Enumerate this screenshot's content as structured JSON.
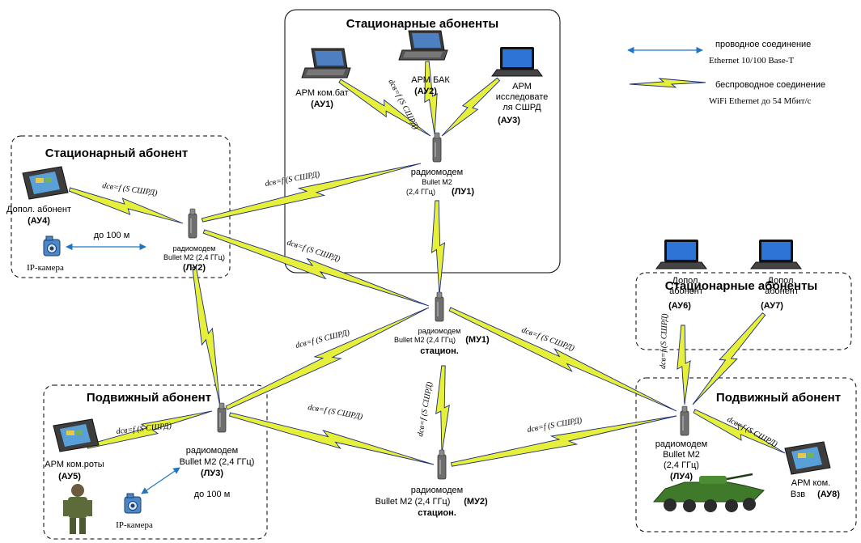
{
  "legend": {
    "wired_label": "проводное соединение",
    "wired_sub": "Ethernet  10/100 Base-T",
    "wireless_label": "беспроводное соединение",
    "wireless_sub": "WiFi  Ethernet  до 54 Мбит/с"
  },
  "groups": {
    "top": "Стационарные абоненты",
    "left": "Стационарный абонент",
    "right": "Стационарные абоненты",
    "mobile_left": "Подвижный абонент",
    "mobile_right": "Подвижный абонент"
  },
  "nodes": {
    "au1": {
      "name": "АРМ ком.бат",
      "id": "(АУ1)"
    },
    "au2": {
      "name": "АРМ БАК",
      "id": "(АУ2)"
    },
    "au3": {
      "name1": "АРМ",
      "name2": "исследовате",
      "name3": "ля СШРД",
      "id": "(АУ3)"
    },
    "au4": {
      "name": "Допол. абонент",
      "id": "(АУ4)"
    },
    "au5": {
      "name": "АРМ ком.роты",
      "id": "(АУ5)"
    },
    "au6": {
      "name1": "Допол.",
      "name2": "абонент",
      "id": "(АУ6)"
    },
    "au7": {
      "name1": "Допол.",
      "name2": "абонент",
      "id": "(АУ7)"
    },
    "au8": {
      "name1": "АРМ ком.",
      "name2": "Взв",
      "id": "(АУ8)"
    },
    "lu1": {
      "l1": "радиомодем",
      "l2": "Bullet M2",
      "l3": "(2,4 ГГц)",
      "id": "(ЛУ1)"
    },
    "lu2": {
      "l1": "радиомодем",
      "l2": "Bullet M2  (2,4 ГГц)",
      "id": "(ЛУ2)"
    },
    "lu3": {
      "l1": "радиомодем",
      "l2": "Bullet M2  (2,4 ГГц)",
      "id": "(ЛУ3)"
    },
    "lu4": {
      "l1": "радиомодем",
      "l2": "Bullet M2",
      "l3": "(2,4 ГГц)",
      "id": "(ЛУ4)"
    },
    "mu1": {
      "l1": "радиомодем",
      "l2": "Bullet M2  (2,4 ГГц)",
      "id": "(МУ1)",
      "l3": "стацион."
    },
    "mu2": {
      "l1": "радиомодем",
      "l2": "Bullet M2  (2,4 ГГц)",
      "id": "(МУ2)",
      "l3": "стацион."
    }
  },
  "cameras": {
    "left": "IP-камера",
    "bottom": "IP-камера"
  },
  "distances": {
    "left": "до 100 м",
    "bottom": "до 100 м",
    "formula_a": "dсв=f (S СШРД)",
    "formula_b": "dсв=f (S СШРД)"
  }
}
